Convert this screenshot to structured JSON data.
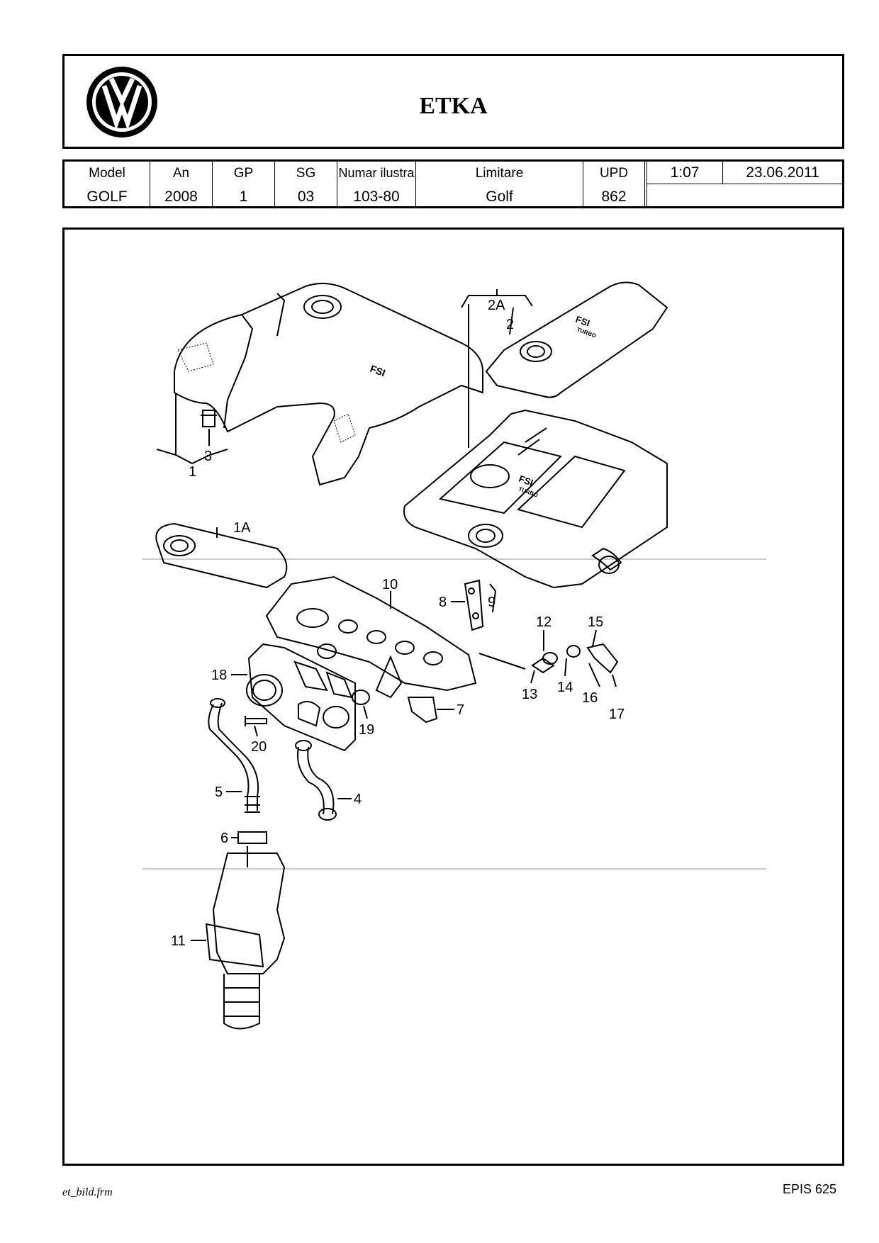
{
  "header": {
    "title": "ETKA",
    "logo_icon": "vw-logo-icon"
  },
  "meta": {
    "model": {
      "label": "Model",
      "value": "GOLF"
    },
    "an": {
      "label": "An",
      "value": "2008"
    },
    "gp": {
      "label": "GP",
      "value": "1"
    },
    "sg": {
      "label": "SG",
      "value": "03"
    },
    "numar": {
      "label": "Numar ilustra",
      "value": "103-80"
    },
    "limitare": {
      "label": "Limitare",
      "value": "Golf"
    },
    "upd": {
      "label": "UPD",
      "value": "862"
    },
    "scale": "1:07",
    "date": "23.06.2011"
  },
  "drawing": {
    "callouts": [
      "1",
      "1A",
      "2",
      "2A",
      "3",
      "4",
      "5",
      "6",
      "7",
      "8",
      "9",
      "10",
      "11",
      "12",
      "13",
      "14",
      "15",
      "16",
      "17",
      "18",
      "19",
      "20"
    ],
    "cover_lettering": [
      "FSI",
      "FSI",
      "TURBO",
      "FSI",
      "TURBO"
    ]
  },
  "footer": {
    "left": "et_bild.frm",
    "right": "EPIS 625"
  }
}
